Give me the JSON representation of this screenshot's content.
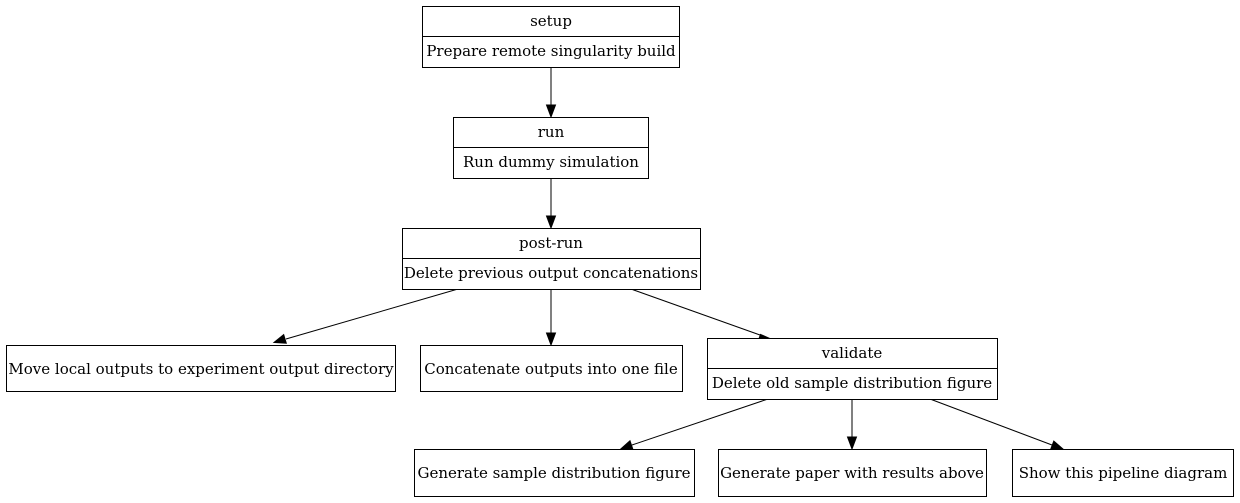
{
  "diagram": {
    "nodes": {
      "setup": {
        "title": "setup",
        "text": "Prepare remote singularity build"
      },
      "run": {
        "title": "run",
        "text": "Run dummy simulation"
      },
      "post_run": {
        "title": "post-run",
        "text": "Delete previous output concatenations"
      },
      "move_outputs": {
        "text": "Move local outputs to experiment output directory"
      },
      "concatenate": {
        "text": "Concatenate outputs into one file"
      },
      "validate": {
        "title": "validate",
        "text": "Delete old sample distribution figure"
      },
      "gen_figure": {
        "text": "Generate sample distribution figure"
      },
      "gen_paper": {
        "text": "Generate paper with results above"
      },
      "show_diagram": {
        "text": "Show this pipeline diagram"
      }
    },
    "edges": [
      {
        "from": "setup",
        "to": "run"
      },
      {
        "from": "run",
        "to": "post_run"
      },
      {
        "from": "post_run",
        "to": "move_outputs"
      },
      {
        "from": "post_run",
        "to": "concatenate"
      },
      {
        "from": "post_run",
        "to": "validate"
      },
      {
        "from": "validate",
        "to": "gen_figure"
      },
      {
        "from": "validate",
        "to": "gen_paper"
      },
      {
        "from": "validate",
        "to": "show_diagram"
      }
    ]
  }
}
